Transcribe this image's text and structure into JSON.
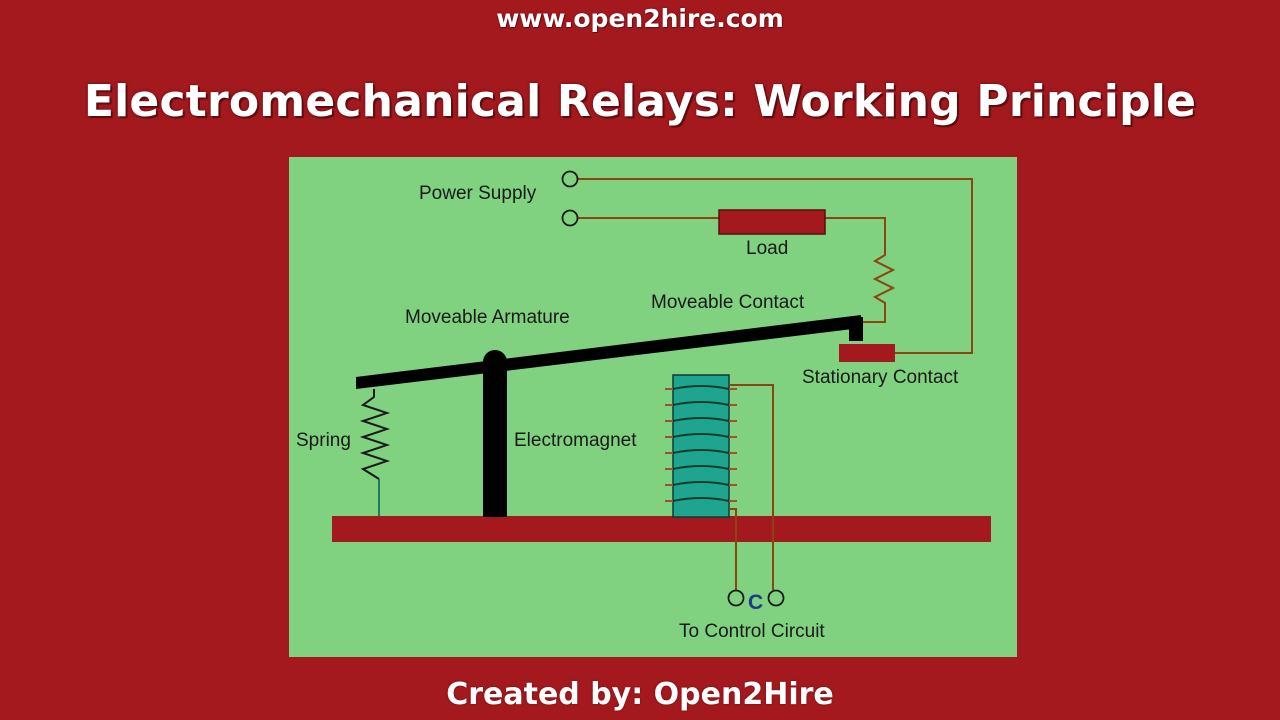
{
  "header": {
    "site_url": "www.open2hire.com",
    "title": "Electromechanical Relays: Working Principle"
  },
  "diagram": {
    "labels": {
      "power_supply": "Power Supply",
      "load": "Load",
      "moveable_contact": "Moveable Contact",
      "moveable_armature": "Moveable Armature",
      "stationary_contact": "Stationary Contact",
      "spring": "Spring",
      "electromagnet": "Electromagnet",
      "coil_terminal_mark": "C",
      "control_circuit": "To Control Circuit"
    },
    "colors": {
      "background": "#A3191E",
      "panel": "#80D180",
      "component_red": "#A3191E",
      "armature": "#000000",
      "coil": "#1FA58F",
      "wire": "#8B4513"
    }
  },
  "footer": {
    "credit": "Created by: Open2Hire"
  }
}
